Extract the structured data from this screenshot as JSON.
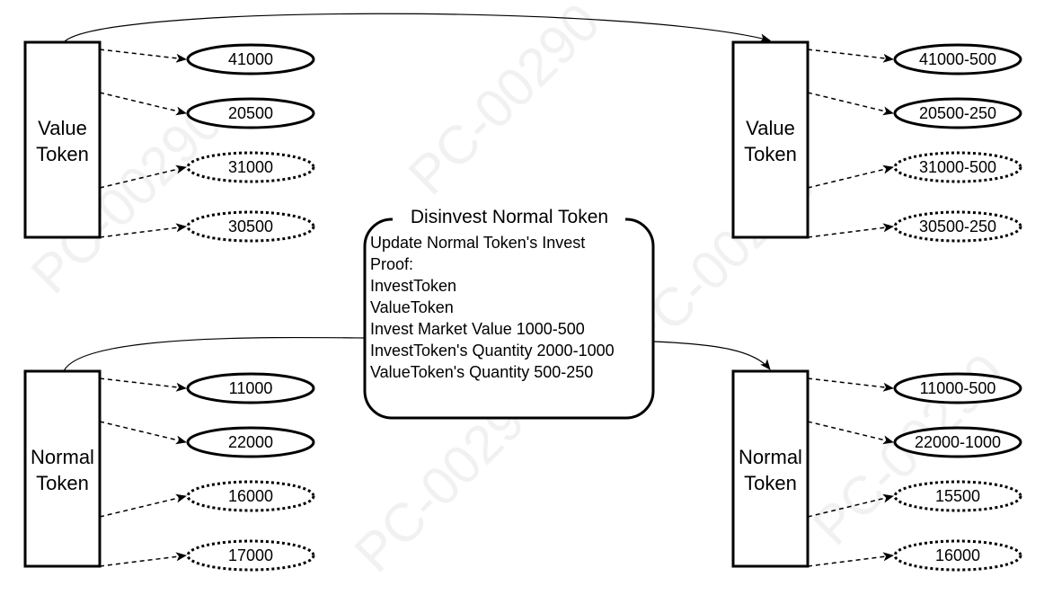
{
  "diagram": {
    "groups": [
      {
        "label_line1": "Value",
        "label_line2": "Token",
        "values": [
          {
            "text": "41000",
            "style": "solid"
          },
          {
            "text": "20500",
            "style": "solid"
          },
          {
            "text": "31000",
            "style": "dotted"
          },
          {
            "text": "30500",
            "style": "dotted"
          }
        ]
      },
      {
        "label_line1": "Value",
        "label_line2": "Token",
        "values": [
          {
            "text": "41000-500",
            "style": "solid"
          },
          {
            "text": "20500-250",
            "style": "solid"
          },
          {
            "text": "31000-500",
            "style": "dotted"
          },
          {
            "text": "30500-250",
            "style": "dotted"
          }
        ]
      },
      {
        "label_line1": "Normal",
        "label_line2": "Token",
        "values": [
          {
            "text": "11000",
            "style": "solid"
          },
          {
            "text": "22000",
            "style": "solid"
          },
          {
            "text": "16000",
            "style": "dotted"
          },
          {
            "text": "17000",
            "style": "dotted"
          }
        ]
      },
      {
        "label_line1": "Normal",
        "label_line2": "Token",
        "values": [
          {
            "text": "11000-500",
            "style": "solid"
          },
          {
            "text": "22000-1000",
            "style": "solid"
          },
          {
            "text": "15500",
            "style": "dotted"
          },
          {
            "text": "16000",
            "style": "dotted"
          }
        ]
      }
    ],
    "process": {
      "title": "Disinvest Normal Token",
      "lines": [
        "Update Normal Token's Invest",
        "Proof:",
        "InvestToken",
        "ValueToken",
        "Invest Market Value 1000-500",
        "InvestToken's Quantity 2000-1000",
        "ValueToken's Quantity 500-250"
      ]
    },
    "watermark": "PC-00290"
  }
}
